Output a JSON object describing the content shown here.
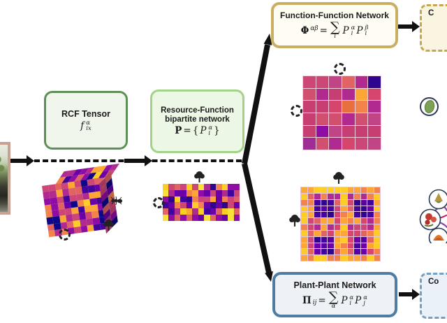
{
  "boxes": {
    "rcf": {
      "title": "RCF Tensor",
      "formula": {
        "base": "f",
        "sup": "α",
        "sub": "ix"
      }
    },
    "rf": {
      "title_line1": "Resource-Function",
      "title_line2": "bipartite network",
      "formula": {
        "lhs": "P",
        "eq": "=",
        "open": "{",
        "base": "P",
        "sup": "α",
        "sub": "i",
        "close": "}"
      }
    },
    "ff": {
      "title": "Function-Function Network",
      "formula": {
        "lhs": "Φ",
        "lhs_sup": "αβ",
        "eq": "=",
        "sigma": "∑",
        "limit": "i",
        "t1": "P",
        "t1_sup": "α",
        "t1_sub": "i",
        "t2": "P",
        "t2_sup": "β",
        "t2_sub": "i"
      }
    },
    "pp": {
      "title": "Plant-Plant Network",
      "formula": {
        "lhs": "Π",
        "lhs_sub": "ij",
        "eq": "=",
        "sigma": "∑",
        "limit": "α",
        "t1": "P",
        "t1_sup": "α",
        "t1_sub": "i",
        "t2": "P",
        "t2_sup": "α",
        "t2_sub": "j"
      }
    },
    "ff_out": {
      "label": "C"
    },
    "pp_out": {
      "label": "Co"
    }
  },
  "colors": {
    "rcf_border": "#5e8f57",
    "rcf_bg": "#f0f6ec",
    "rf_border": "#a3d289",
    "rf_bg": "#edf7e6",
    "ff_border": "#c9ae64",
    "ff_bg": "#fffdf3",
    "pp_border": "#4f7da1",
    "pp_bg": "#eef2f6",
    "ff_out_border": "#c3a84f",
    "ff_out_bg": "#faf5e1",
    "pp_out_border": "#76a0c2",
    "pp_out_bg": "#eaf1f8",
    "arrow": "#111111",
    "photo_frame": "#c9a193"
  },
  "icons": {
    "gear": "segmented-ring",
    "tree": "tree-silhouette",
    "ant": "ant-silhouette",
    "seed": "seed-in-circle",
    "flower_network": "flower-node-cluster"
  },
  "matrices": {
    "tensor_front": {
      "rows": 8,
      "cols": 9,
      "seed": 11,
      "palette": [
        "#0d0887",
        "#41049d",
        "#6a00a8",
        "#8f0da4",
        "#b12a90",
        "#cc4778",
        "#e16462",
        "#f2844b",
        "#fca636",
        "#fcce25"
      ]
    },
    "tensor_top": {
      "rows": 3,
      "cols": 9,
      "seed": 21,
      "palette": [
        "#0d0887",
        "#41049d",
        "#6a00a8",
        "#8f0da4",
        "#b12a90",
        "#cc4778",
        "#e16462",
        "#f2844b",
        "#fca636",
        "#fcce25"
      ]
    },
    "tensor_side": {
      "rows": 8,
      "cols": 2,
      "seed": 31,
      "palette": [
        "#0d0887",
        "#41049d",
        "#6a00a8",
        "#8f0da4",
        "#b12a90",
        "#cc4778",
        "#e16462",
        "#f2844b"
      ]
    },
    "bipartite": {
      "rows": 6,
      "cols": 13,
      "seed": 41,
      "palette": [
        "#2d058f",
        "#41049d",
        "#6a00a8",
        "#8f0da4",
        "#b12a90",
        "#cc4778",
        "#e16462",
        "#f2844b",
        "#fca636",
        "#fcce25",
        "#f8e13a"
      ]
    },
    "function_function": {
      "rows": 6,
      "cols": 6,
      "seed": 7,
      "palette": [
        "#cc4778",
        "#c73e73",
        "#d14f6f",
        "#b12a90",
        "#e16462",
        "#d6456c",
        "#c04486"
      ],
      "special": {
        "0,5": "#2d058f",
        "1,4": "#fca636",
        "2,4": "#f2844b",
        "4,1": "#8f0da4",
        "2,3": "#e8703f",
        "5,0": "#a02c96"
      }
    },
    "plant_plant": {
      "rows": 12,
      "cols": 12,
      "seed": 13,
      "palette": [
        "#e16462",
        "#cc4778",
        "#f2844b",
        "#b12a90",
        "#fca636",
        "#d6456c"
      ],
      "warm": [
        "#fcce25",
        "#fca636",
        "#f2844b"
      ],
      "dark": [
        "#41049d",
        "#2d058f",
        "#5601a4",
        "#6a00a8"
      ],
      "blocks": [
        [
          2,
          2,
          4,
          4
        ],
        [
          2,
          8,
          4,
          10
        ],
        [
          8,
          2,
          10,
          4
        ],
        [
          8,
          8,
          10,
          9
        ]
      ],
      "warm_rows": [
        0,
        11
      ],
      "warm_cols": [
        0,
        6,
        11
      ]
    }
  }
}
